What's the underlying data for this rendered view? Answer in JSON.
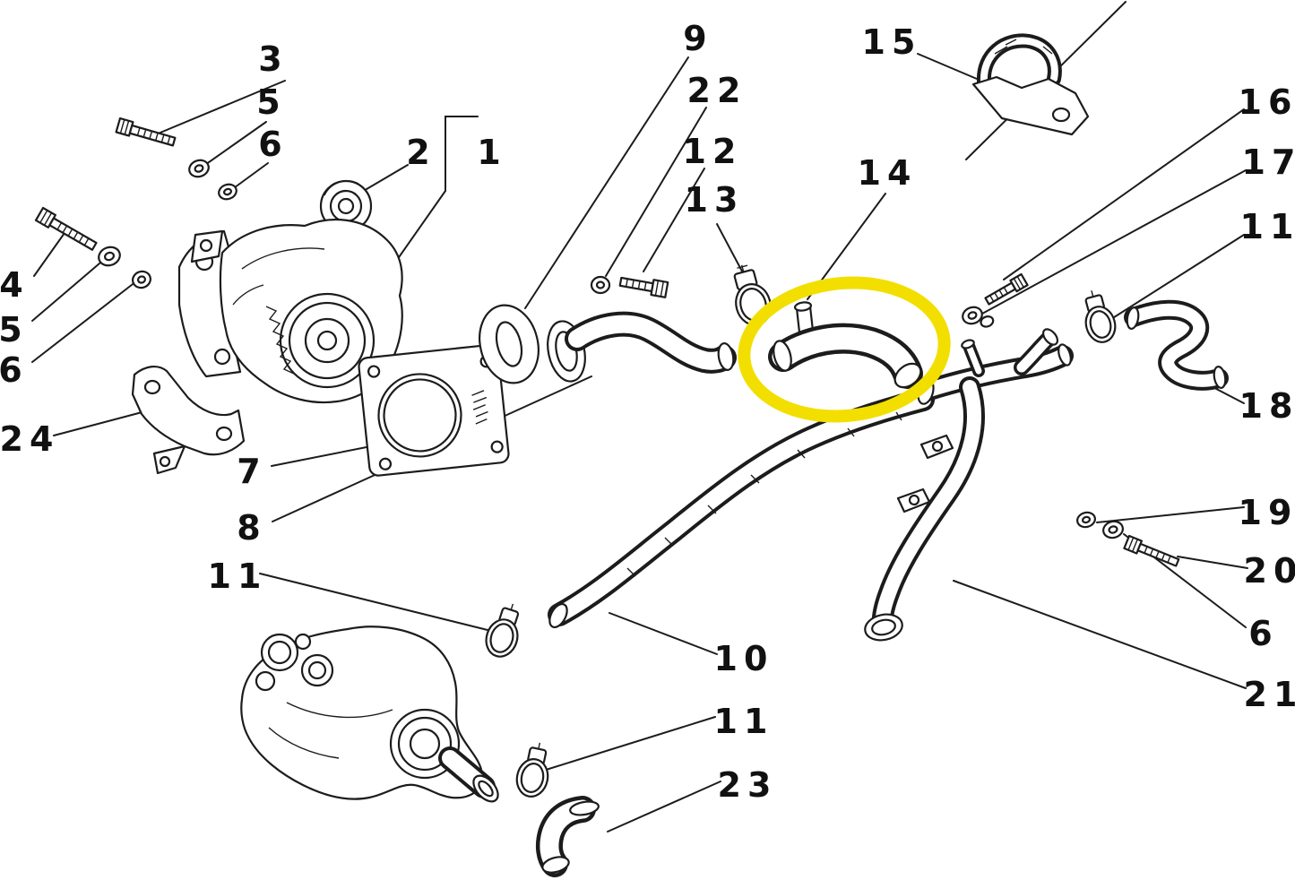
{
  "diagram": {
    "type": "exploded-parts-diagram",
    "background_color": "#ffffff",
    "line_color": "#1c1c1c",
    "highlight_color": "#f2df00",
    "highlighted_callout": "14",
    "callouts": [
      {
        "id": "callout-3",
        "label": "3"
      },
      {
        "id": "callout-5-top",
        "label": "5"
      },
      {
        "id": "callout-6-top",
        "label": "6"
      },
      {
        "id": "callout-2",
        "label": "2"
      },
      {
        "id": "callout-1",
        "label": "1"
      },
      {
        "id": "callout-9",
        "label": "9"
      },
      {
        "id": "callout-22",
        "label": "22"
      },
      {
        "id": "callout-12",
        "label": "12"
      },
      {
        "id": "callout-13",
        "label": "13"
      },
      {
        "id": "callout-15",
        "label": "15"
      },
      {
        "id": "callout-14",
        "label": "14"
      },
      {
        "id": "callout-16",
        "label": "16"
      },
      {
        "id": "callout-17",
        "label": "17"
      },
      {
        "id": "callout-11-right",
        "label": "11"
      },
      {
        "id": "callout-4",
        "label": "4"
      },
      {
        "id": "callout-5-left",
        "label": "5"
      },
      {
        "id": "callout-6-left",
        "label": "6"
      },
      {
        "id": "callout-24",
        "label": "24"
      },
      {
        "id": "callout-7",
        "label": "7"
      },
      {
        "id": "callout-8",
        "label": "8"
      },
      {
        "id": "callout-18",
        "label": "18"
      },
      {
        "id": "callout-11-mid",
        "label": "11"
      },
      {
        "id": "callout-10",
        "label": "10"
      },
      {
        "id": "callout-19",
        "label": "19"
      },
      {
        "id": "callout-20",
        "label": "20"
      },
      {
        "id": "callout-6-right",
        "label": "6"
      },
      {
        "id": "callout-21",
        "label": "21"
      },
      {
        "id": "callout-11-bottom",
        "label": "11"
      },
      {
        "id": "callout-23",
        "label": "23"
      }
    ]
  }
}
